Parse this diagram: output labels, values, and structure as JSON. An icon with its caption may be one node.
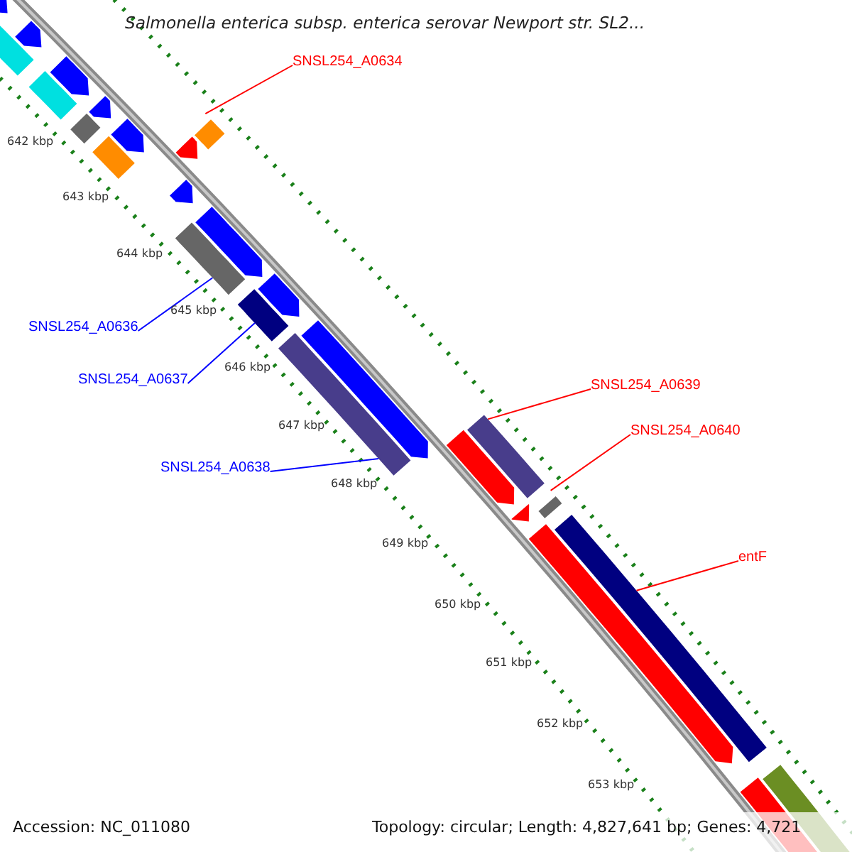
{
  "diagram": {
    "title": "Salmonella enterica subsp. enterica serovar Newport str. SL2...",
    "nodes": [
      {
        "text": [
          "SNSL254_A0634"
        ]
      },
      {
        "text": [],
        "shape": "bar"
      },
      {
        "text": [
          "SNSL254_A0636"
        ]
      },
      {
        "text": [],
        "shape": "bar"
      },
      {
        "text": [
          "SNSL254_A0637"
        ]
      },
      {
        "text": [],
        "shape": "bar"
      },
      {
        "text": [
          "SNSL254_A0638"
        ]
      },
      {
        "text": [],
        "shape": "bar"
      },
      {
        "text": [
          "SNSL254_A0639"
        ]
      },
      {
        "text": [],
        "shape": "bar"
      },
      {
        "text": [
          "SNSL254_A0640"
        ]
      },
      {
        "text": [],
        "shape": "bar"
      },
      {
        "text": [
          "entF"
        ]
      },
      {
        "text": [],
        "shape": "bar"
      }
    ],
    "edges": [
      {
        "from": 0,
        "to": 1,
        "arrow": "none"
      },
      {
        "from": 2,
        "to": 3,
        "arrow": "none",
        "color": "#0000ff"
      },
      {
        "from": 4,
        "to": 5,
        "arrow": "none",
        "color": "#0000ff"
      },
      {
        "from": 6,
        "to": 7,
        "arrow": "none",
        "color": "#0000ff"
      },
      {
        "from": 8,
        "to": 9,
        "arrow": "none"
      },
      {
        "from": 10,
        "to": 11,
        "arrow": "none"
      },
      {
        "from": 12,
        "to": 13,
        "arrow": "none"
      }
    ],
    "labels": [
      "642 kbp",
      "643 kbp",
      "644 kbp",
      "645 kbp",
      "646 kbp",
      "647 kbp",
      "648 kbp",
      "649 kbp",
      "650 kbp",
      "651 kbp",
      "652 kbp",
      "653 kbp",
      "Accession: NC_011080",
      "Topology: circular; Length: 4,827,641 bp; Genes: 4,721"
    ]
  }
}
